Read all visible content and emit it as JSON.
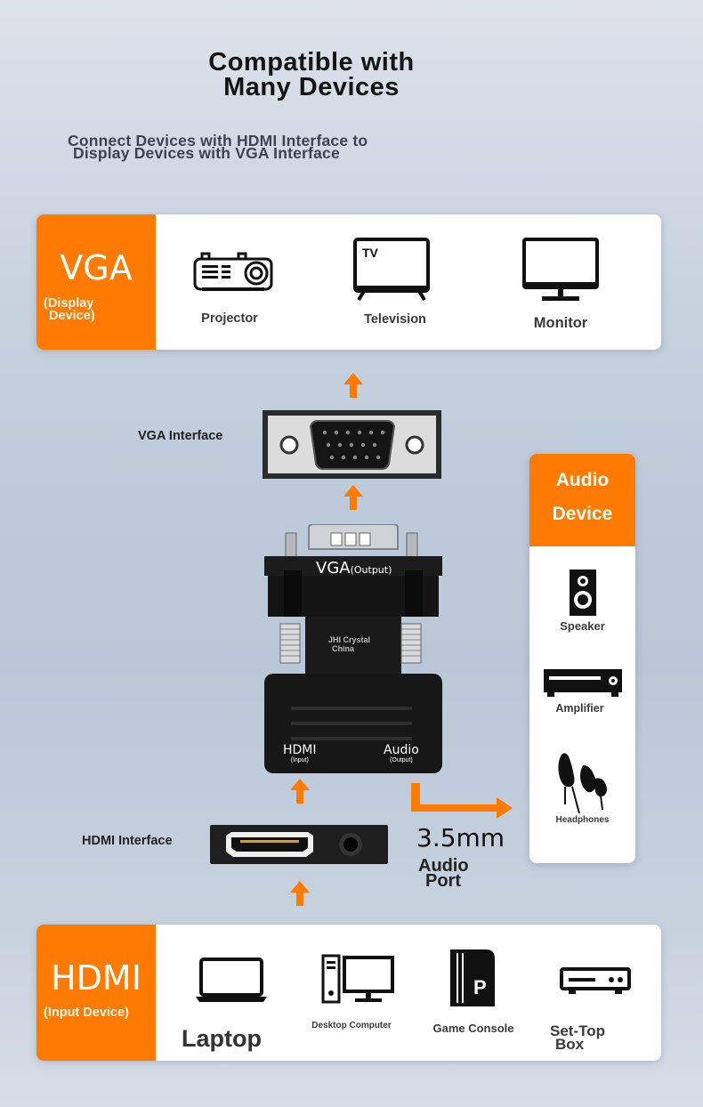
{
  "header": {
    "title_line1": "Compatible with",
    "title_line2": "Many Devices",
    "subtitle_line1": "Connect Devices with HDMI Interface to",
    "subtitle_line2": "Display Devices with VGA Interface"
  },
  "vga_card": {
    "big_label": "VGA",
    "small_label_line1": "(Display",
    "small_label_line2": "Device)",
    "devices": [
      {
        "label": "Projector",
        "icon": "projector-icon"
      },
      {
        "label": "Television",
        "icon": "television-icon",
        "icon_text": "TV"
      },
      {
        "label": "Monitor",
        "icon": "monitor-icon"
      }
    ]
  },
  "adapter": {
    "vga_interface_label": "VGA Interface",
    "top_text": "VGA",
    "top_subtext": "(Output)",
    "brand_line1": "JHI Crystal",
    "brand_line2": "China",
    "hdmi_text": "HDMI",
    "hdmi_subtext": "(Input)",
    "audio_text": "Audio",
    "audio_subtext": "(Output)",
    "hdmi_interface_label": "HDMI Interface",
    "port_size": "3.5mm",
    "port_label_line1": "Audio",
    "port_label_line2": "Port"
  },
  "audio_card": {
    "title_line1": "Audio",
    "title_line2": "Device",
    "devices": [
      {
        "label": "Speaker",
        "icon": "speaker-icon"
      },
      {
        "label": "Amplifier",
        "icon": "amplifier-icon"
      },
      {
        "label": "Headphones",
        "icon": "headphones-icon"
      }
    ]
  },
  "hdmi_card": {
    "big_label": "HDMI",
    "small_label": "(Input Device)",
    "devices": [
      {
        "label": "Laptop",
        "icon": "laptop-icon"
      },
      {
        "label": "Desktop Computer",
        "icon": "desktop-computer-icon"
      },
      {
        "label": "Game Console",
        "icon": "game-console-icon",
        "icon_text": "P"
      },
      {
        "label_line1": "Set-Top",
        "label_line2": "Box",
        "icon": "set-top-box-icon"
      }
    ]
  },
  "colors": {
    "accent": "#ff7a00",
    "card_bg": "#ffffff",
    "text_dark": "#141414"
  }
}
